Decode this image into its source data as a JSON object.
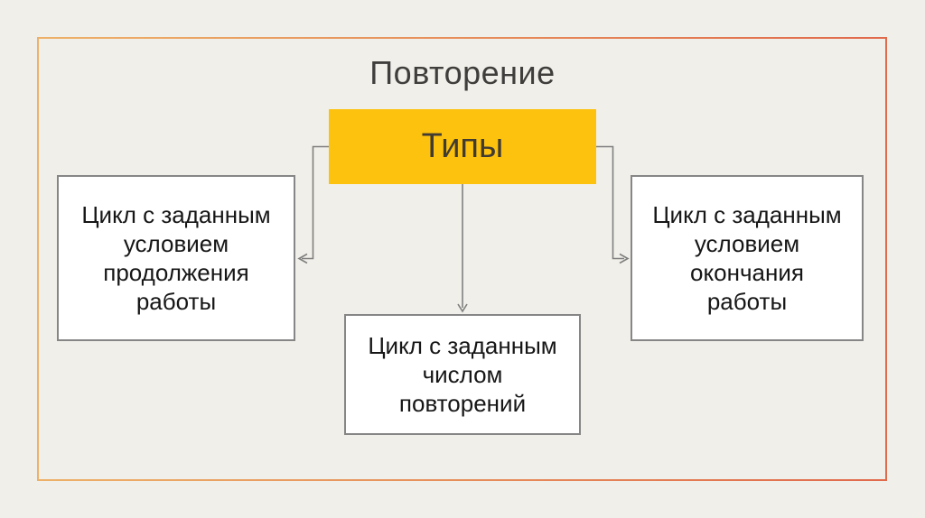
{
  "title": "Повторение",
  "diagram": {
    "root": {
      "label": "Типы"
    },
    "boxes": {
      "left": {
        "label": "Цикл с заданным\nусловием\nпродолжения\nработы"
      },
      "center": {
        "label": "Цикл с заданным\nчислом\nповторений"
      },
      "right": {
        "label": "Цикл с заданным\nусловием\nокончания\nработы"
      }
    },
    "connectors": [
      {
        "from": "root",
        "to": "left",
        "direction": "left-down-left"
      },
      {
        "from": "root",
        "to": "center",
        "direction": "down"
      },
      {
        "from": "root",
        "to": "right",
        "direction": "right-down-right"
      }
    ]
  },
  "colors": {
    "background": "#F1EFE9",
    "accent-yellow": "#FDC20D",
    "frame-gradient-start": "#EDB169",
    "frame-gradient-end": "#E06A4C",
    "box-border": "#868686",
    "connector": "#7F7F7F",
    "title-text": "#3F3E3C",
    "root-text": "#403B33",
    "box-text": "#161616"
  }
}
